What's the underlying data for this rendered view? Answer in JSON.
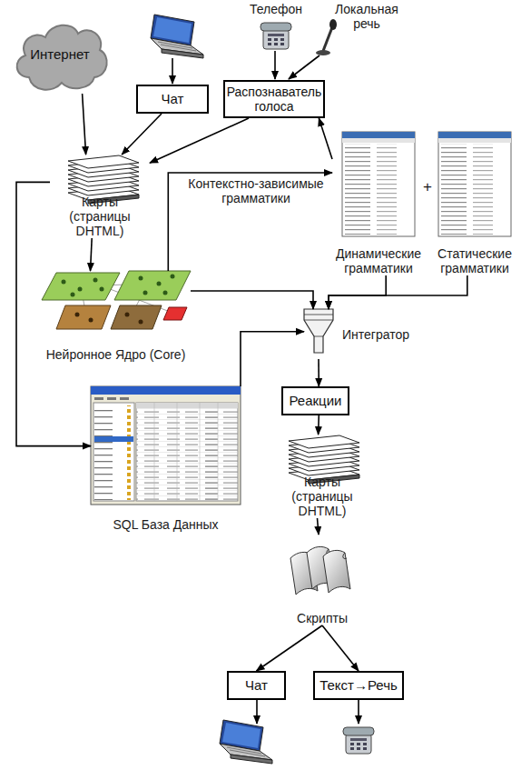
{
  "diagram": {
    "nodes": [
      {
        "text": [
          "Интернет"
        ]
      },
      {
        "text": [
          "Чат"
        ]
      },
      {
        "text": [
          "Распознаватель голоса"
        ]
      },
      {
        "text": [
          "Карты (страницы DHTML)"
        ]
      },
      {
        "text": [
          "Динамические грамматики"
        ]
      },
      {
        "text": [
          "Статические грамматики"
        ]
      },
      {
        "text": [
          "Нейронное Ядро (Core)"
        ]
      },
      {
        "text": [
          "Интегратор"
        ]
      },
      {
        "text": [
          "SQL База Данных"
        ]
      },
      {
        "text": [
          "Реакции"
        ]
      },
      {
        "text": [
          "Карты (страницы DHTML)"
        ]
      },
      {
        "text": [
          "Скрипты"
        ]
      },
      {
        "text": [
          "Чат"
        ]
      },
      {
        "text": [
          "Текст→Речь"
        ]
      }
    ],
    "edges": [
      {
        "from": 0,
        "to": 3,
        "arrow": "to"
      },
      {
        "from": 1,
        "to": 3,
        "arrow": "to"
      },
      {
        "from": 2,
        "to": 3,
        "arrow": "to"
      },
      {
        "from": 4,
        "to": 2,
        "arrow": "to"
      },
      {
        "from": 6,
        "to": 4,
        "label": "Контекстно-зависимые грамматики",
        "arrow": "to"
      },
      {
        "from": 3,
        "to": 6,
        "arrow": "to"
      },
      {
        "from": 3,
        "to": 8,
        "arrow": "to"
      },
      {
        "from": 6,
        "to": 7,
        "arrow": "to"
      },
      {
        "from": 4,
        "to": 7,
        "arrow": "to"
      },
      {
        "from": 5,
        "to": 7,
        "arrow": "to"
      },
      {
        "from": 8,
        "to": 7,
        "arrow": "to"
      },
      {
        "from": 7,
        "to": 9,
        "arrow": "to"
      },
      {
        "from": 9,
        "to": 10,
        "arrow": "to"
      },
      {
        "from": 10,
        "to": 11,
        "arrow": "to"
      },
      {
        "from": 11,
        "to": 12,
        "arrow": "to"
      },
      {
        "from": 11,
        "to": 13,
        "arrow": "to"
      }
    ],
    "labels": [
      "Телефон",
      "Локальная речь",
      "+"
    ]
  }
}
